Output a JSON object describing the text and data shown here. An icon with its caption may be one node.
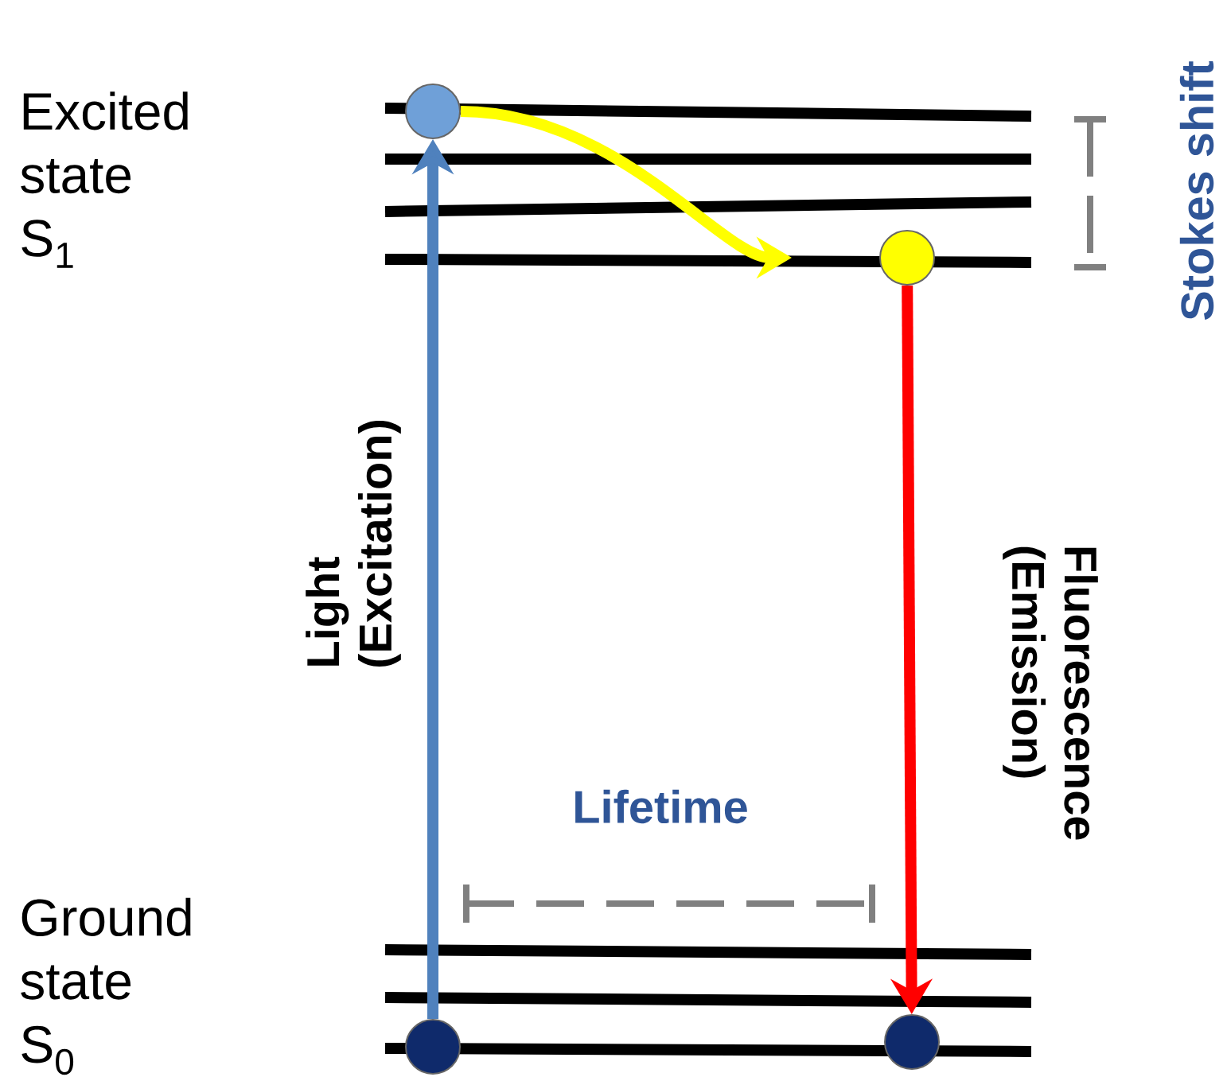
{
  "diagram": {
    "nodes": [
      {
        "text": [],
        "shape": "circle"
      },
      {
        "text": [],
        "shape": "circle"
      },
      {
        "text": [],
        "shape": "circle"
      },
      {
        "text": [],
        "shape": "circle"
      }
    ],
    "edges": [
      {
        "from": 2,
        "to": 0,
        "arrow": "to",
        "color": "#4f81bd",
        "label": "Light (Excitation)"
      },
      {
        "from": 0,
        "to": 1,
        "arrow": "to",
        "color": "#ffff00"
      },
      {
        "from": 1,
        "to": 3,
        "arrow": "to",
        "color": "#ff0000",
        "label": "Fluorescence (Emission)"
      }
    ],
    "labels": [
      "Excited state S$_{1}$",
      "Ground state S$_{0}$",
      "Stokes shift",
      "Lifetime"
    ]
  }
}
